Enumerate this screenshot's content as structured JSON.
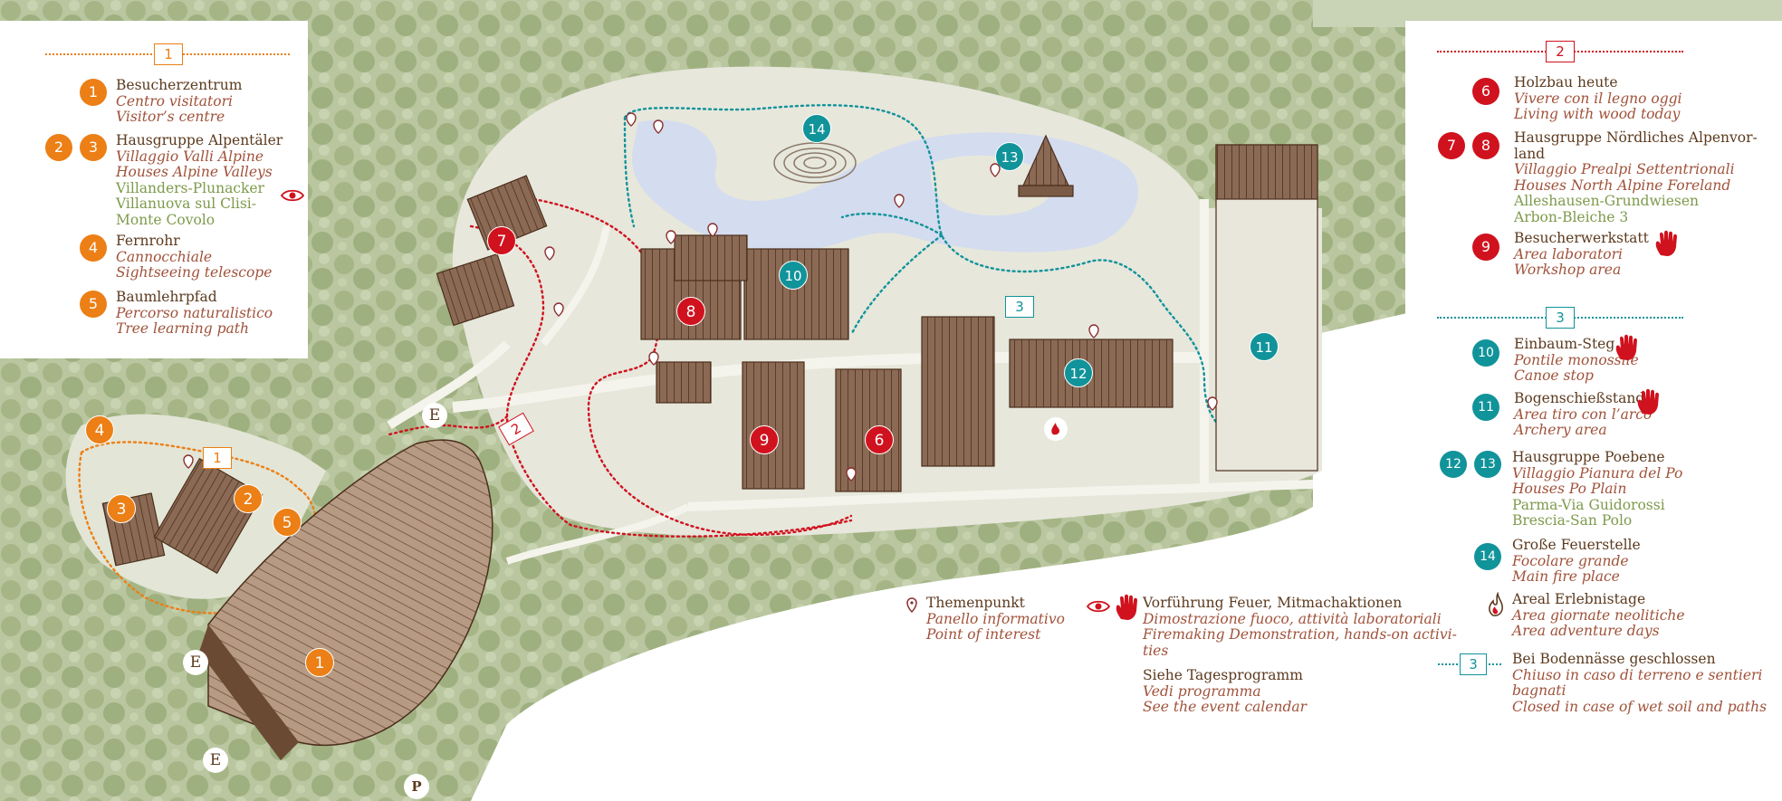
{
  "legend_1": {
    "number": "1",
    "items": [
      {
        "badges": [
          "1"
        ],
        "title": "Besucherzentrum",
        "it": "Centro visitatori",
        "en": "Visitor’s centre"
      },
      {
        "badges": [
          "2",
          "3"
        ],
        "title": "Hausgruppe Alpentäler",
        "it": "Villaggio Valli Alpine",
        "en": "Houses Alpine Valleys",
        "sites": [
          "Villanders-Plunacker",
          "Villanuova sul Clisi-",
          "Monte Covolo"
        ]
      },
      {
        "badges": [
          "4"
        ],
        "title": "Fernrohr",
        "it": "Cannocchiale",
        "en": "Sightseeing telescope"
      },
      {
        "badges": [
          "5"
        ],
        "title": "Baumlehrpfad",
        "it": "Percorso naturalistico",
        "en": "Tree learning path"
      }
    ]
  },
  "legend_2": {
    "number": "2",
    "items": [
      {
        "badges": [
          "6"
        ],
        "title": "Holzbau heute",
        "it": "Vivere con il legno oggi",
        "en": "Living with wood today"
      },
      {
        "badges": [
          "7",
          "8"
        ],
        "title": "Hausgruppe Nördliches Alpenvor-",
        "title2": "land",
        "it": "Villaggio Prealpi Settentrionali",
        "en": "Houses North Alpine Foreland",
        "sites": [
          "Alleshausen-Grundwiesen",
          "Arbon-Bleiche 3"
        ]
      },
      {
        "badges": [
          "9"
        ],
        "title": "Besucherwerkstatt",
        "it": "Area laboratori",
        "en": "Workshop area"
      }
    ]
  },
  "legend_3": {
    "number": "3",
    "items": [
      {
        "badges": [
          "10"
        ],
        "title": "Einbaum-Steg",
        "it": "Pontile monossile",
        "en": "Canoe stop"
      },
      {
        "badges": [
          "11"
        ],
        "title": "Bogenschießstand",
        "it": "Area tiro con l’arco",
        "en": "Archery area"
      },
      {
        "badges": [
          "12",
          "13"
        ],
        "title": "Hausgruppe Poebene",
        "it": "Villaggio Pianura del Po",
        "en": "Houses Po Plain",
        "sites": [
          "Parma-Via Guidorossi",
          "Brescia-San Polo"
        ]
      },
      {
        "badges": [
          "14"
        ],
        "title": "Große Feuerstelle",
        "it": "Focolare grande",
        "en": "Main fire place"
      },
      {
        "title": "Areal Erlebnistage",
        "it": "Area giornate neolitiche",
        "en": "Area adventure days"
      },
      {
        "title": "Bei Bodennässe geschlossen",
        "it": "Chiuso in caso di terreno e sentieri",
        "it2": "bagnati",
        "en": "Closed in case of wet soil and paths"
      }
    ]
  },
  "bottom_legend": {
    "poi": {
      "title": "Themenpunkt",
      "it": "Panello informativo",
      "en": "Point of interest"
    },
    "demo": {
      "title": "Vorführung Feuer, Mitmachaktionen",
      "it": "Dimostrazione fuoco, attività laboratoriali",
      "en": "Firemaking Demonstration, hands-on activi-",
      "en2": "ties"
    },
    "program": {
      "title": "Siehe Tagesprogramm",
      "it": "Vedi programma",
      "en": "See the event calendar"
    }
  },
  "map_labels": {
    "entrance": "E",
    "parking": "P",
    "badges": [
      "1",
      "2",
      "3",
      "4",
      "5",
      "6",
      "7",
      "8",
      "9",
      "10",
      "11",
      "12",
      "13",
      "14"
    ],
    "route_markers": [
      "1",
      "2",
      "3"
    ]
  },
  "colors": {
    "orange": "#ec7f15",
    "red": "#d0121e",
    "teal": "#11939a",
    "green_background": "#b4c299",
    "lake": "#d4dcef",
    "path_ground": "#e7e7dc",
    "text_brown": "#5c3a1e",
    "text_rust": "#a0523a",
    "text_green": "#7e9a4c"
  },
  "icons": [
    "info-pin-icon",
    "eye-icon",
    "hand-icon",
    "fire-icon",
    "parking-icon"
  ]
}
